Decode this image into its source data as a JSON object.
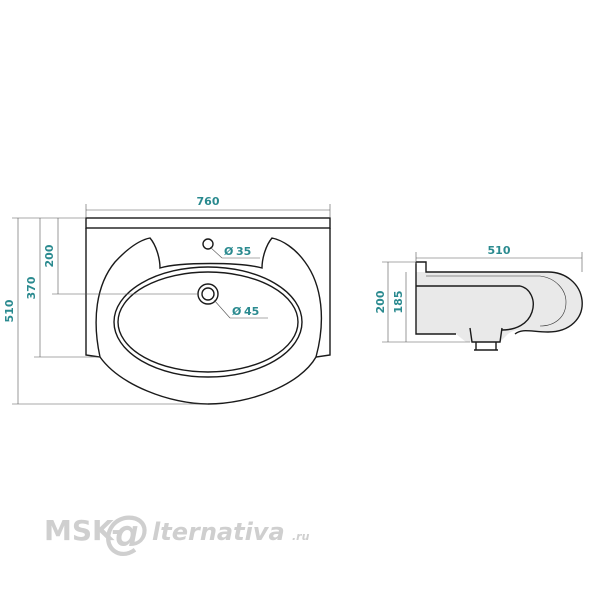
{
  "dimensions": {
    "top_width": "760",
    "total_depth": "510",
    "to_tap_hole": "200",
    "to_drain": "370",
    "tap_hole_dia": "35",
    "drain_dia": "45",
    "side_width": "510",
    "side_height": "200",
    "bowl_depth": "185"
  },
  "symbols": {
    "diameter": "Ø"
  },
  "watermark": {
    "brand": "MSK-",
    "at": "@",
    "rest": "lternativa",
    "tld": ".ru"
  },
  "colors": {
    "dimension_text": "#2a8a8f",
    "outline": "#1a1a1a",
    "watermark": "#cfcfcf"
  }
}
